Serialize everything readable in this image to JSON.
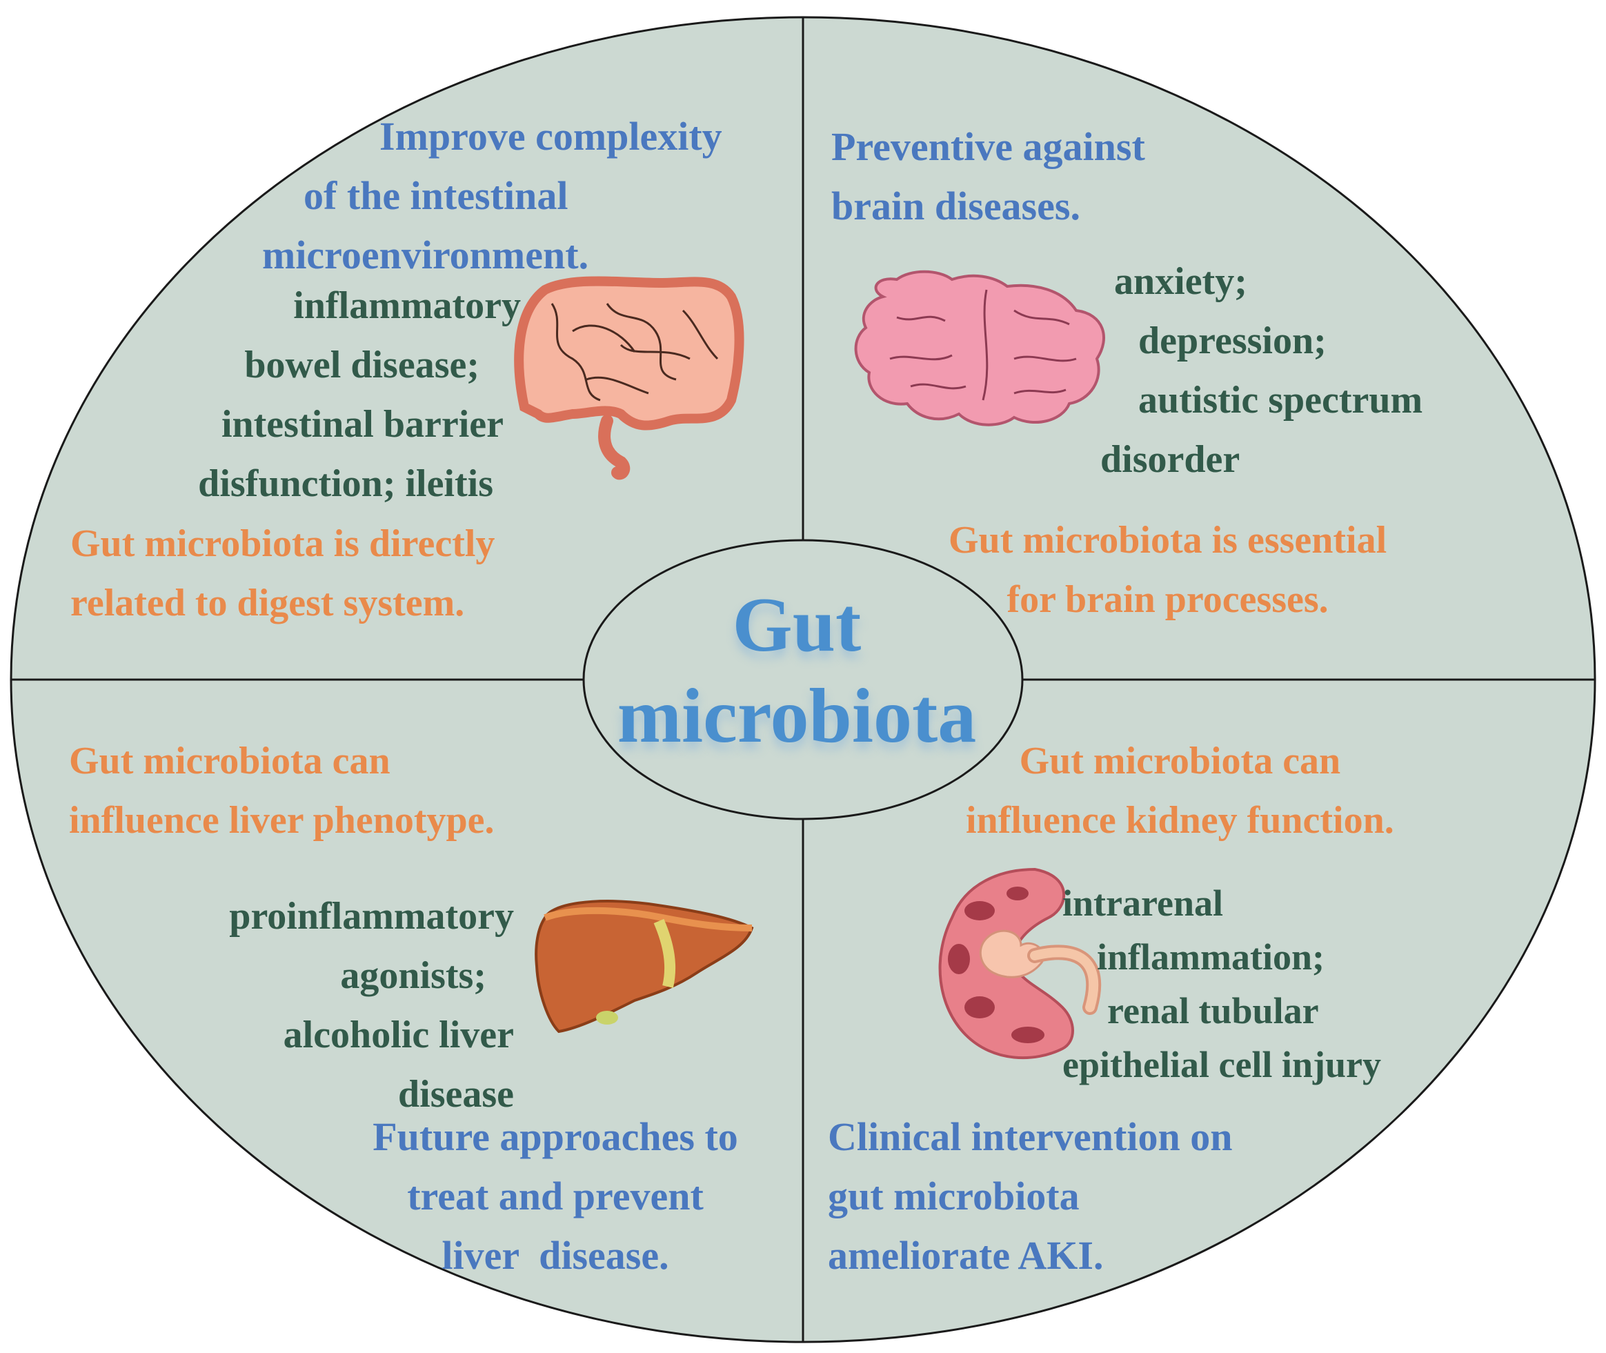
{
  "center": {
    "line1": "Gut",
    "line2": "microbiota"
  },
  "quadrants": {
    "top_left": {
      "heading": [
        "Improve complexity",
        "of the intestinal",
        "microenvironment."
      ],
      "diseases": [
        "inflammatory",
        "bowel disease;",
        "intestinal barrier",
        "disfunction; ileitis"
      ],
      "relation": [
        "Gut microbiota is directly",
        "related to digest system."
      ],
      "icon": "intestine-icon"
    },
    "top_right": {
      "heading": [
        "Preventive against",
        "brain diseases."
      ],
      "diseases": [
        "anxiety;",
        "depression;",
        "autistic spectrum",
        "disorder"
      ],
      "relation": [
        "Gut microbiota is essential",
        "for brain processes."
      ],
      "icon": "brain-icon"
    },
    "bottom_left": {
      "relation": [
        "Gut microbiota can",
        "influence liver phenotype."
      ],
      "diseases": [
        "proinflammatory",
        "agonists;",
        "alcoholic liver",
        "disease"
      ],
      "heading": [
        "Future approaches to",
        "treat and prevent",
        "liver  disease."
      ],
      "icon": "liver-icon"
    },
    "bottom_right": {
      "relation": [
        "Gut microbiota can",
        "influence kidney function."
      ],
      "diseases": [
        "intrarenal",
        "inflammation;",
        "renal tubular",
        "epithelial cell injury"
      ],
      "heading": [
        "Clinical intervention on",
        "gut microbiota",
        "ameliorate AKI."
      ],
      "icon": "kidney-icon"
    }
  },
  "colors": {
    "background_fill": "#ccd9d2",
    "outline": "#1a1a1a",
    "blue_text": "#4a78bf",
    "green_text": "#325a4a",
    "orange_text": "#e98a4b",
    "center_text": "#4a8fce"
  }
}
